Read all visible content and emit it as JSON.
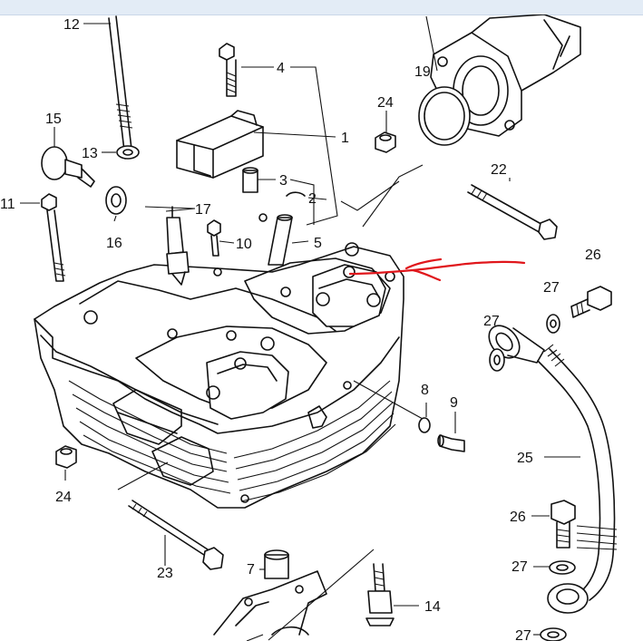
{
  "callouts": [
    {
      "key": "c12",
      "text": "12"
    },
    {
      "key": "c4",
      "text": "4"
    },
    {
      "key": "c19",
      "text": "19"
    },
    {
      "key": "c15",
      "text": "15"
    },
    {
      "key": "c24a",
      "text": "24"
    },
    {
      "key": "c1",
      "text": "1"
    },
    {
      "key": "c13",
      "text": "13"
    },
    {
      "key": "c3",
      "text": "3"
    },
    {
      "key": "c22",
      "text": "22"
    },
    {
      "key": "c2",
      "text": "2"
    },
    {
      "key": "c11",
      "text": "11"
    },
    {
      "key": "c17",
      "text": "17"
    },
    {
      "key": "c16",
      "text": "16"
    },
    {
      "key": "c10",
      "text": "10"
    },
    {
      "key": "c5",
      "text": "5"
    },
    {
      "key": "c26a",
      "text": "26"
    },
    {
      "key": "c27a",
      "text": "27"
    },
    {
      "key": "c27b",
      "text": "27"
    },
    {
      "key": "c8",
      "text": "8"
    },
    {
      "key": "c9",
      "text": "9"
    },
    {
      "key": "c25",
      "text": "25"
    },
    {
      "key": "c24b",
      "text": "24"
    },
    {
      "key": "c26b",
      "text": "26"
    },
    {
      "key": "c23",
      "text": "23"
    },
    {
      "key": "c7",
      "text": "7"
    },
    {
      "key": "c27c",
      "text": "27"
    },
    {
      "key": "c14",
      "text": "14"
    },
    {
      "key": "c27d",
      "text": "27"
    }
  ],
  "highlight_color": "#e0161b"
}
